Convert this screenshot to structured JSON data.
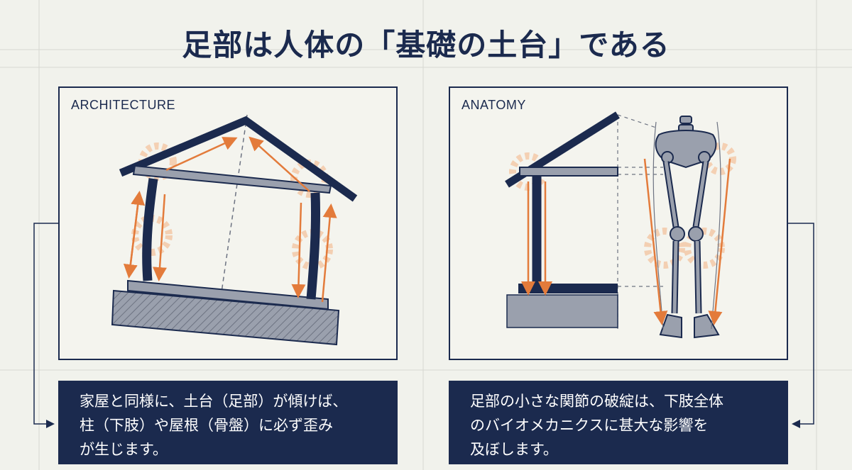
{
  "title": "足部は人体の「基礎の土台」である",
  "left_panel": {
    "label": "ARCHITECTURE",
    "caption_lines": [
      "家屋と同様に、土台（足部）が傾けば、",
      "柱（下肢）や屋根（骨盤）に必ず歪み",
      "が生じます。"
    ]
  },
  "right_panel": {
    "label": "ANATOMY",
    "caption_lines": [
      "足部の小さな関節の破綻は、下肢全体",
      "のバイオメカニクスに甚大な影響を",
      "及ぼします。"
    ]
  },
  "colors": {
    "navy": "#1b2a4e",
    "accent_orange": "#e37b3b",
    "base_gray": "#9aa0ad",
    "background": "#f1f2ec"
  }
}
